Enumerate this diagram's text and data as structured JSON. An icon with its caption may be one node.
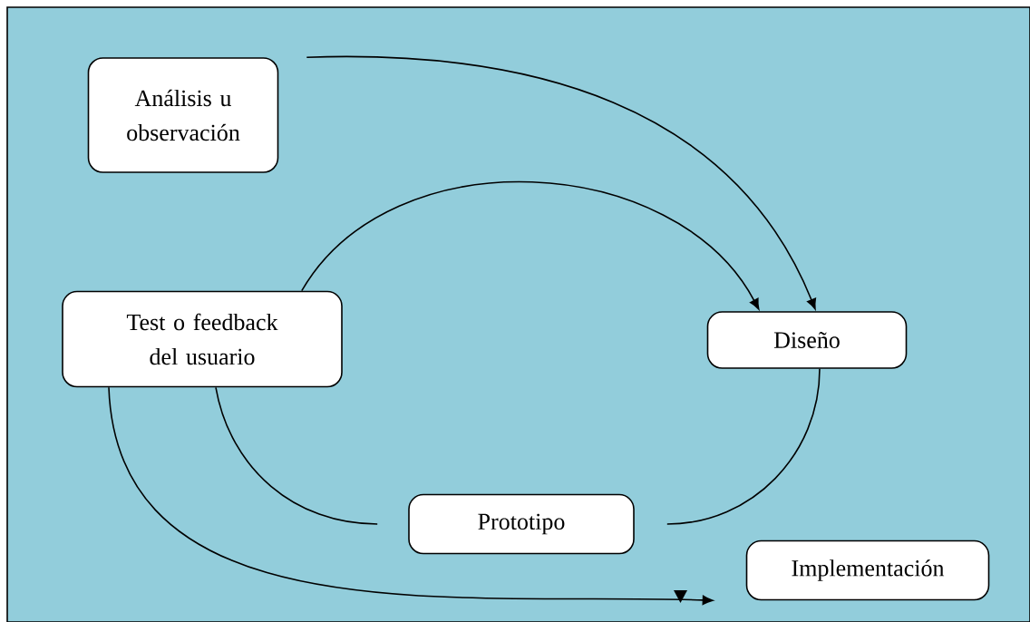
{
  "diagram": {
    "nodes": [
      {
        "text": [
          "Análisis u observación"
        ]
      },
      {
        "text": [
          "Test o feedback del usuario"
        ]
      },
      {
        "text": [
          "Diseño"
        ]
      },
      {
        "text": [
          "Prototipo"
        ]
      },
      {
        "text": [
          "Implementación"
        ]
      }
    ],
    "edges": [
      {
        "from": 0,
        "to": 2,
        "arrow": "to"
      },
      {
        "from": 1,
        "to": 2,
        "arrow": "to"
      },
      {
        "from": 2,
        "to": 3,
        "arrow": "none"
      },
      {
        "from": 3,
        "to": 1,
        "arrow": "none"
      },
      {
        "from": 1,
        "to": 4,
        "arrow": "to"
      }
    ]
  }
}
